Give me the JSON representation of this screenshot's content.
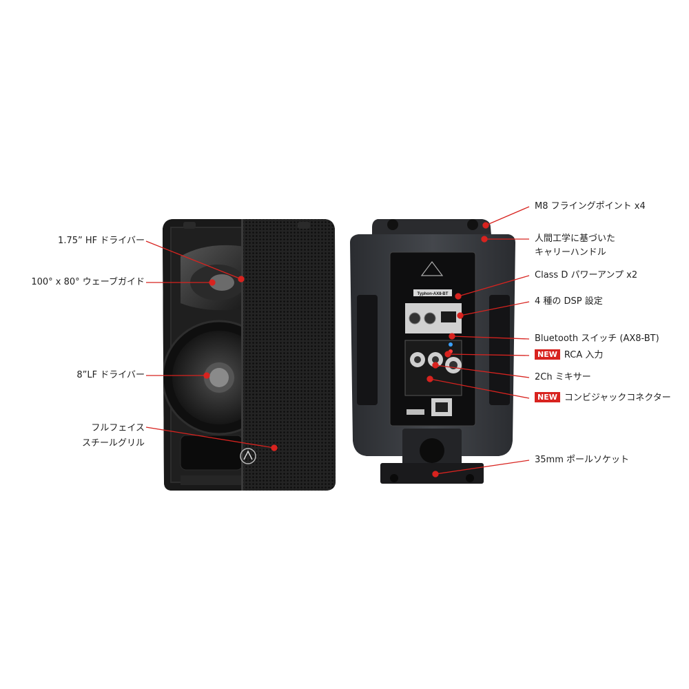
{
  "left_labels": {
    "hf_driver": "1.75” HF ドライバー",
    "waveguide": "100° x 80° ウェーブガイド",
    "lf_driver": "8”LF ドライバー",
    "grille_line1": "フルフェイス",
    "grille_line2": "スチールグリル"
  },
  "right_labels": {
    "flying_points": "M8 フライングポイント x4",
    "handle_line1": "人間工学に基づいた",
    "handle_line2": "キャリーハンドル",
    "amp": "Class D パワーアンプ x2",
    "dsp": "4 種の DSP 設定",
    "bluetooth": "Bluetooth スイッチ (AX8-BT)",
    "rca": "RCA 入力",
    "mixer": "2Ch ミキサー",
    "combo": "コンビジャックコネクター",
    "pole_socket": "35mm ポールソケット"
  },
  "badges": {
    "new": "NEW"
  },
  "panel": {
    "model": "Typhon-AX8-BT"
  },
  "colors": {
    "accent": "#d8231f",
    "cabinet": "#1c1c1e",
    "rear": "#333538"
  }
}
